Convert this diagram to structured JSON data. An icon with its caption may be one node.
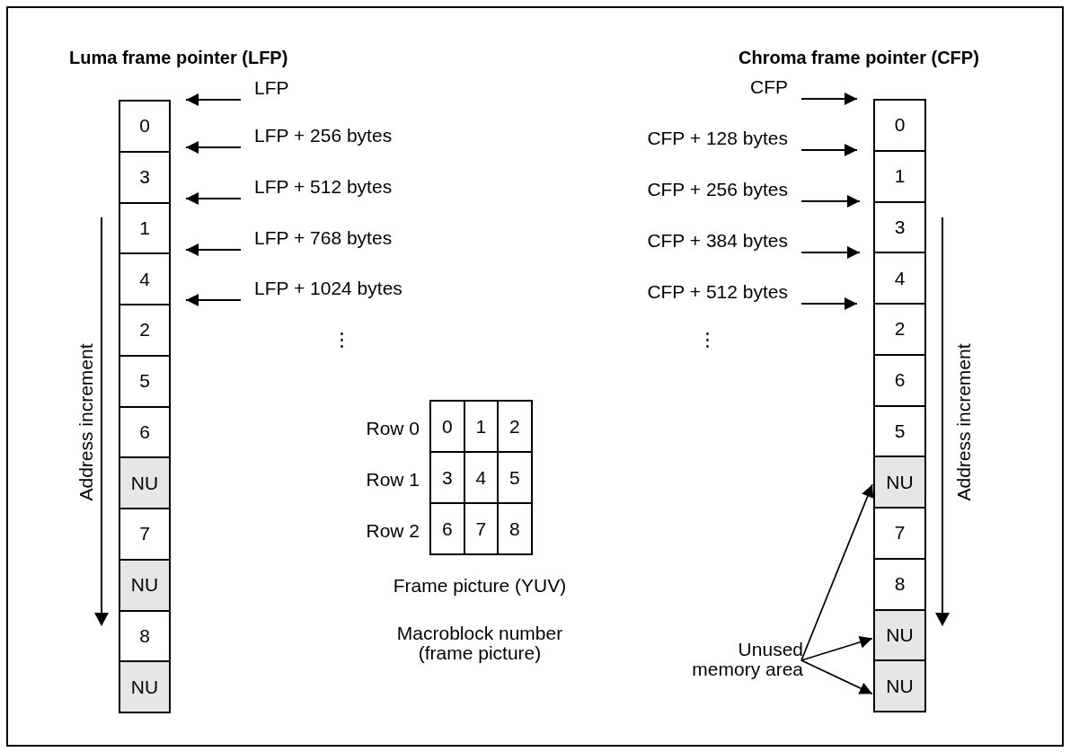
{
  "diagram": {
    "nodes": [
      {
        "text": [
          "0"
        ]
      },
      {
        "text": [
          "3"
        ]
      },
      {
        "text": [
          "1"
        ]
      },
      {
        "text": [
          "4"
        ]
      },
      {
        "text": [
          "2"
        ]
      },
      {
        "text": [
          "5"
        ]
      },
      {
        "text": [
          "6"
        ]
      },
      {
        "text": [
          "NU"
        ]
      },
      {
        "text": [
          "7"
        ]
      },
      {
        "text": [
          "NU"
        ]
      },
      {
        "text": [
          "8"
        ]
      },
      {
        "text": [
          "NU"
        ]
      },
      {
        "text": [
          "LFP"
        ]
      },
      {
        "text": [
          "LFP + 256 bytes"
        ]
      },
      {
        "text": [
          "LFP + 512 bytes"
        ]
      },
      {
        "text": [
          "LFP + 768 bytes"
        ]
      },
      {
        "text": [
          "LFP + 1024 bytes"
        ]
      },
      {
        "text": [
          "CFP"
        ]
      },
      {
        "text": [
          "CFP + 128 bytes"
        ]
      },
      {
        "text": [
          "CFP + 256 bytes"
        ]
      },
      {
        "text": [
          "CFP + 384 bytes"
        ]
      },
      {
        "text": [
          "CFP + 512 bytes"
        ]
      },
      {
        "text": [
          "0"
        ]
      },
      {
        "text": [
          "1"
        ]
      },
      {
        "text": [
          "3"
        ]
      },
      {
        "text": [
          "4"
        ]
      },
      {
        "text": [
          "2"
        ]
      },
      {
        "text": [
          "6"
        ]
      },
      {
        "text": [
          "5"
        ]
      },
      {
        "text": [
          "NU"
        ]
      },
      {
        "text": [
          "7"
        ]
      },
      {
        "text": [
          "8"
        ]
      },
      {
        "text": [
          "NU"
        ]
      },
      {
        "text": [
          "NU"
        ]
      },
      {
        "text": [
          "0"
        ]
      },
      {
        "text": [
          "1"
        ]
      },
      {
        "text": [
          "2"
        ]
      },
      {
        "text": [
          "3"
        ]
      },
      {
        "text": [
          "4"
        ]
      },
      {
        "text": [
          "5"
        ]
      },
      {
        "text": [
          "6"
        ]
      },
      {
        "text": [
          "7"
        ]
      },
      {
        "text": [
          "8"
        ]
      },
      {
        "text": [
          "Unused memory area"
        ]
      }
    ],
    "edges": [
      {
        "from": 12,
        "to": 0,
        "arrow": "to"
      },
      {
        "from": 13,
        "to": 0,
        "arrow": "to"
      },
      {
        "from": 14,
        "to": 1,
        "arrow": "to"
      },
      {
        "from": 15,
        "to": 2,
        "arrow": "to"
      },
      {
        "from": 16,
        "to": 3,
        "arrow": "to"
      },
      {
        "from": 17,
        "to": 22,
        "arrow": "to"
      },
      {
        "from": 18,
        "to": 22,
        "arrow": "to"
      },
      {
        "from": 19,
        "to": 23,
        "arrow": "to"
      },
      {
        "from": 20,
        "to": 24,
        "arrow": "to"
      },
      {
        "from": 21,
        "to": 25,
        "arrow": "to"
      },
      {
        "from": 43,
        "to": 29,
        "arrow": "to"
      },
      {
        "from": 43,
        "to": 32,
        "arrow": "to"
      },
      {
        "from": 43,
        "to": 33,
        "arrow": "to"
      }
    ],
    "labels": [
      "Luma frame pointer (LFP)",
      "Chroma frame pointer (CFP)",
      "⋮",
      "⋮",
      "Address increment",
      "Row 0",
      "Row 1",
      "Row 2",
      "Address increment",
      "Frame picture (YUV)",
      "Macroblock number (frame picture)"
    ]
  }
}
